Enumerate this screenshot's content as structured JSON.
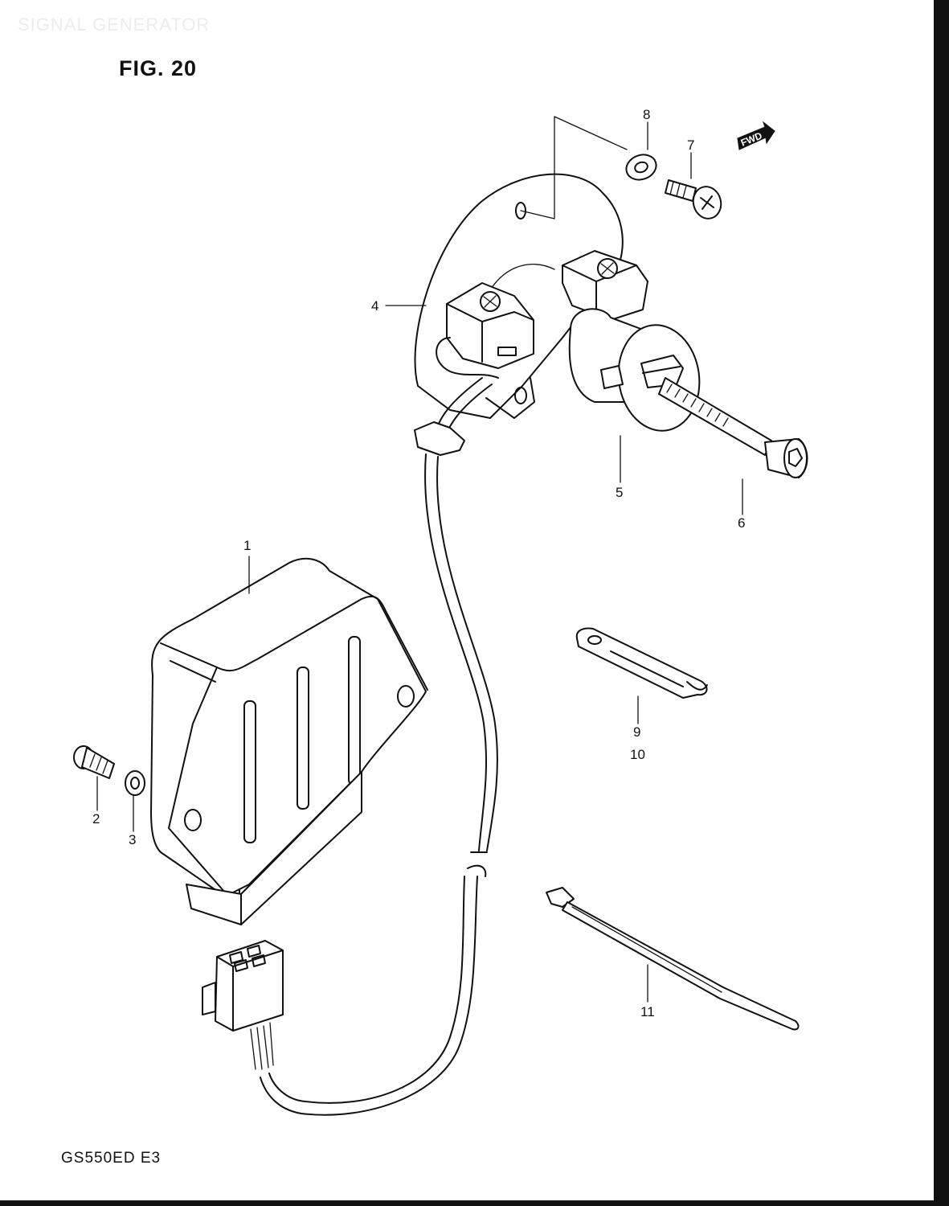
{
  "header": {
    "watermark": "SIGNAL GENERATOR",
    "figure": "FIG. 20",
    "fwd_badge": "FWD"
  },
  "footer": {
    "model": "GS550ED E3"
  },
  "callouts": [
    "1",
    "2",
    "3",
    "4",
    "5",
    "6",
    "7",
    "8",
    "9",
    "10",
    "11"
  ],
  "colors": {
    "ink": "#111111",
    "paper": "#ffffff"
  }
}
